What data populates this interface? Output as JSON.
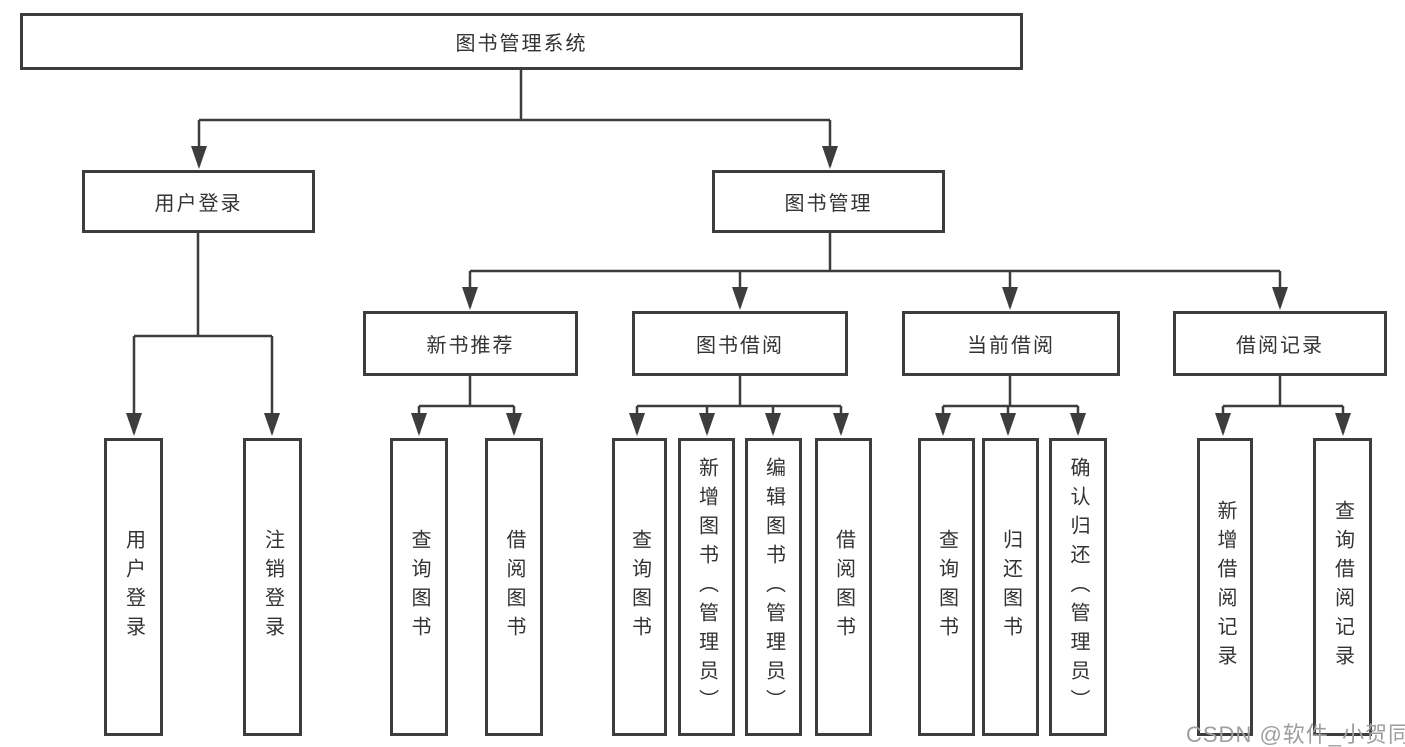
{
  "tree": {
    "label": "图书管理系统",
    "children": [
      {
        "label": "用户登录",
        "children": [
          {
            "label": "用户登录"
          },
          {
            "label": "注销登录"
          }
        ]
      },
      {
        "label": "图书管理",
        "children": [
          {
            "label": "新书推荐",
            "children": [
              {
                "label": "查询图书"
              },
              {
                "label": "借阅图书"
              }
            ]
          },
          {
            "label": "图书借阅",
            "children": [
              {
                "label": "查询图书"
              },
              {
                "label": "新增图书（管理员）"
              },
              {
                "label": "编辑图书（管理员）"
              },
              {
                "label": "借阅图书"
              }
            ]
          },
          {
            "label": "当前借阅",
            "children": [
              {
                "label": "查询图书"
              },
              {
                "label": "归还图书"
              },
              {
                "label": "确认归还（管理员）"
              }
            ]
          },
          {
            "label": "借阅记录",
            "children": [
              {
                "label": "新增借阅记录"
              },
              {
                "label": "查询借阅记录"
              }
            ]
          }
        ]
      }
    ]
  },
  "watermark": {
    "text": "CSDN @软件_小贺同学"
  },
  "colors": {
    "line": "#3d3d3d",
    "box_border": "#3d3d3d",
    "text": "#333333",
    "background": "#ffffff",
    "watermark": "#9e9e9e"
  }
}
